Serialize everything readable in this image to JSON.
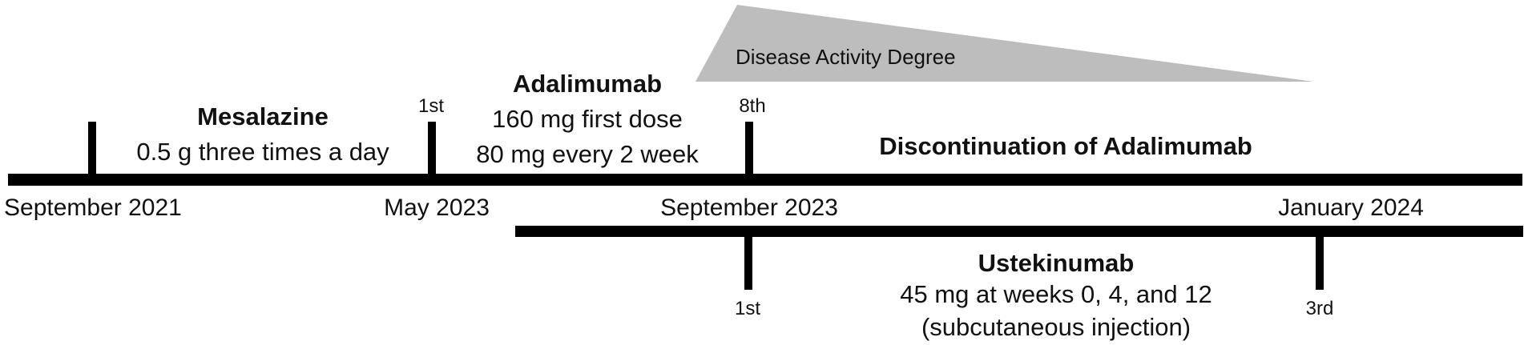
{
  "colors": {
    "line": "#000000",
    "triangle": "#bdbdbd",
    "text": "#111111"
  },
  "triangle": {
    "label": "Disease Activity Degree"
  },
  "dates": {
    "sep_2021": "September  2021",
    "may_2023": "May 2023",
    "sep_2023": "September 2023",
    "jan_2024": "January 2024"
  },
  "doses": {
    "ada_1st": "1st",
    "ada_8th": "8th",
    "ust_1st": "1st",
    "ust_3rd": "3rd"
  },
  "mesalazine": {
    "name": "Mesalazine",
    "regimen": "0.5 g three times a day"
  },
  "adalimumab": {
    "name": "Adalimumab",
    "line1": "160 mg first dose",
    "line2": "80 mg every 2 week"
  },
  "discontinuation": "Discontinuation of Adalimumab",
  "ustekinumab": {
    "name": "Ustekinumab",
    "line1": "45 mg at weeks 0, 4, and 12",
    "line2": "(subcutaneous injection)"
  }
}
